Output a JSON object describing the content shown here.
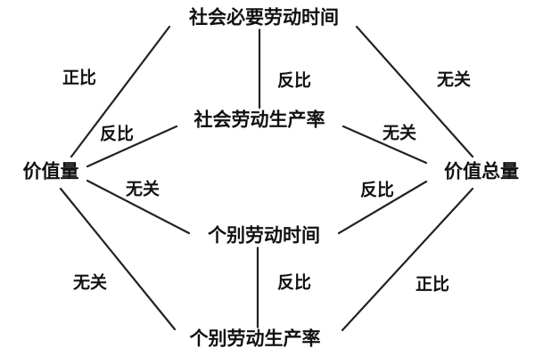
{
  "nodes": {
    "social_necessary_labor_time": "社会必要劳动时间",
    "social_labor_productivity": "社会劳动生产率",
    "value_quantity": "价值量",
    "total_value": "价值总量",
    "individual_labor_time": "个别劳动时间",
    "individual_labor_productivity": "个别劳动生产率"
  },
  "edges": [
    {
      "from": "value_quantity",
      "to": "social_necessary_labor_time",
      "label": "正比"
    },
    {
      "from": "social_necessary_labor_time",
      "to": "social_labor_productivity",
      "label": "反比"
    },
    {
      "from": "social_necessary_labor_time",
      "to": "total_value",
      "label": "无关"
    },
    {
      "from": "value_quantity",
      "to": "social_labor_productivity",
      "label": "反比"
    },
    {
      "from": "social_labor_productivity",
      "to": "total_value",
      "label": "无关"
    },
    {
      "from": "value_quantity",
      "to": "individual_labor_time",
      "label": "无关"
    },
    {
      "from": "individual_labor_time",
      "to": "total_value",
      "label": "反比"
    },
    {
      "from": "value_quantity",
      "to": "individual_labor_productivity",
      "label": "无关"
    },
    {
      "from": "individual_labor_time",
      "to": "individual_labor_productivity",
      "label": "反比"
    },
    {
      "from": "individual_labor_productivity",
      "to": "total_value",
      "label": "正比"
    }
  ]
}
